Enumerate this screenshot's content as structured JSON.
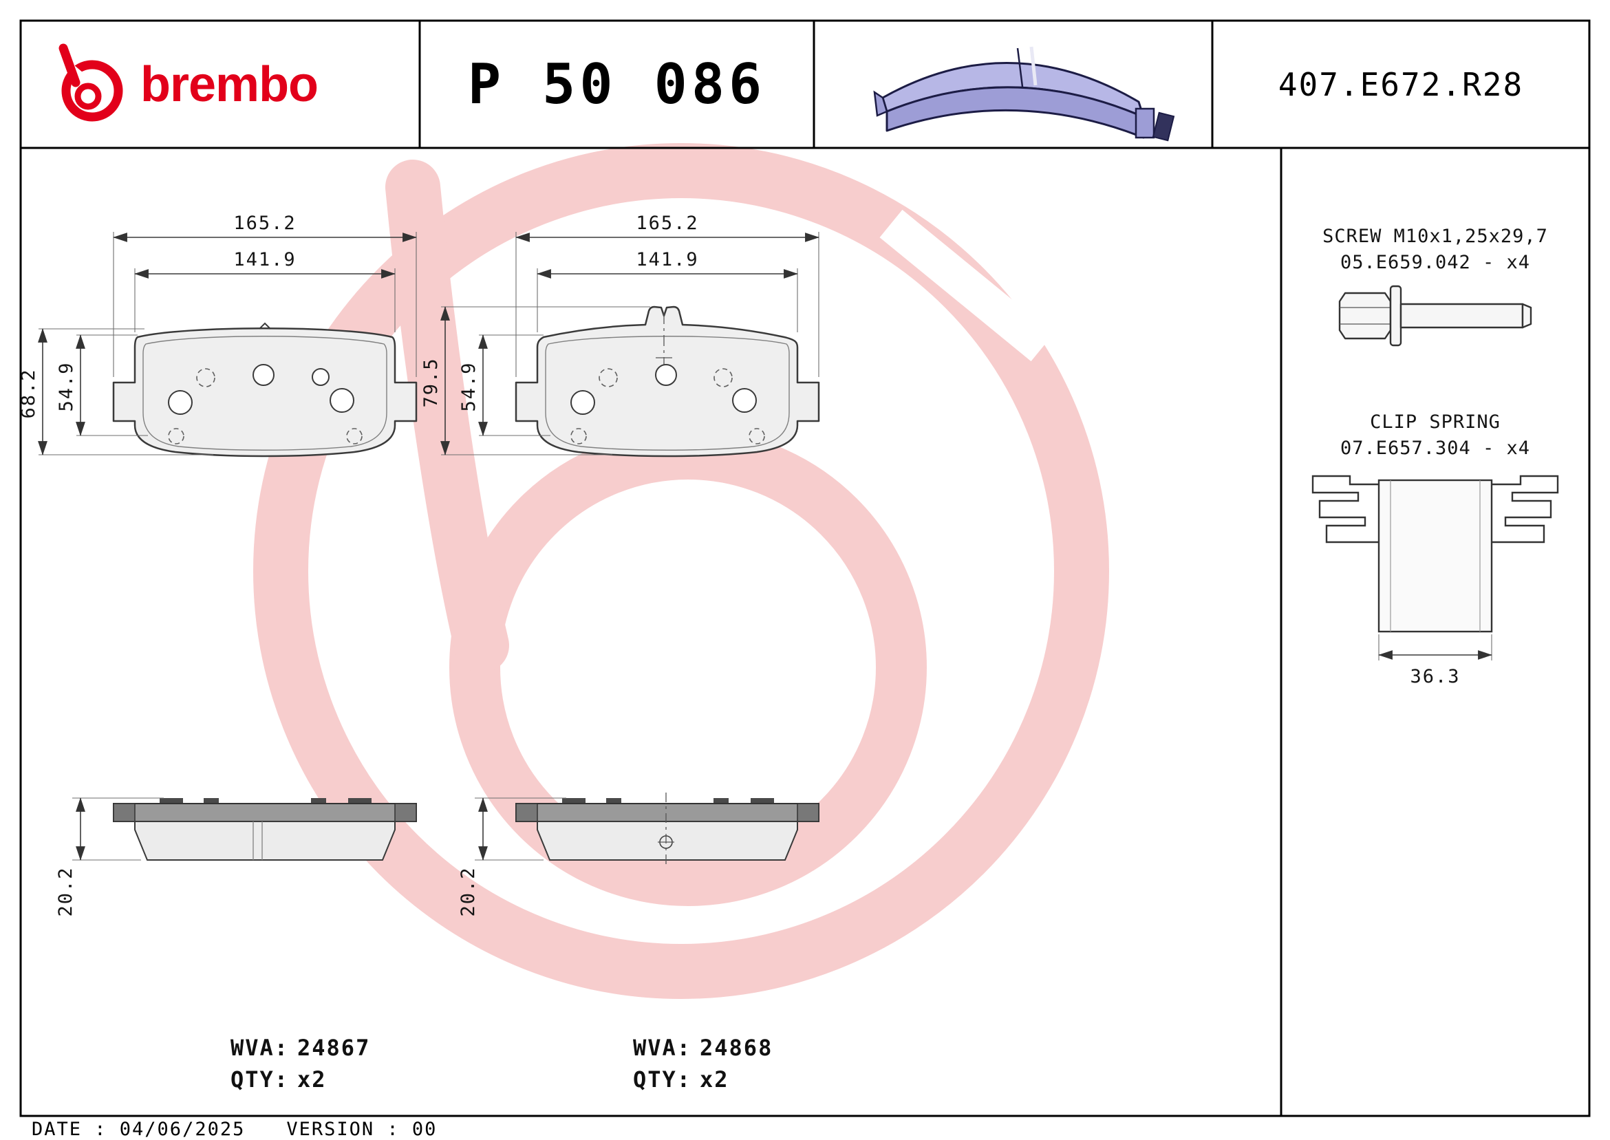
{
  "header": {
    "brand": "brembo",
    "part_number": "P 50 086",
    "catalog_number": "407.E672.R28"
  },
  "accessories": {
    "screw": {
      "title": "SCREW M10x1,25x29,7",
      "code": "05.E659.042 - x4"
    },
    "clip": {
      "title": "CLIP SPRING",
      "code": "07.E657.304 - x4",
      "width": "36.3"
    }
  },
  "pad_left": {
    "width_total": "165.2",
    "width_inner": "141.9",
    "height_total": "68.2",
    "height_inner": "54.9",
    "thickness": "20.2",
    "wva_label": "WVA:",
    "wva": "24867",
    "qty_label": "QTY:",
    "qty": "x2"
  },
  "pad_right": {
    "width_total": "165.2",
    "width_inner": "141.9",
    "height_total": "79.5",
    "height_inner": "54.9",
    "thickness": "20.2",
    "wva_label": "WVA:",
    "wva": "24868",
    "qty_label": "QTY:",
    "qty": "x2"
  },
  "footer": {
    "date": "DATE : 04/06/2025",
    "version": "VERSION : 00"
  },
  "colors": {
    "brand_red": "#e2001a",
    "watermark_pink": "#f7cdcd",
    "render_purple": "#9d9dd6",
    "drawing_line": "#3a3a3a",
    "pad_fill": "#efefef"
  },
  "icons": {
    "brand_logo": "brembo-roundel",
    "watermark": "brembo-roundel-outline"
  }
}
